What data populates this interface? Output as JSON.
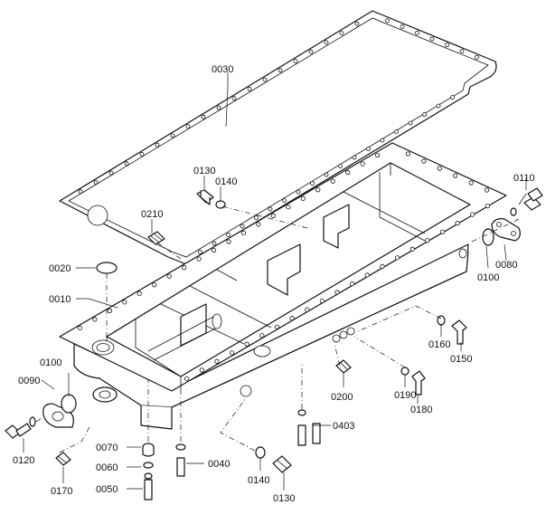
{
  "diagram": {
    "part_labels": {
      "p0010": "0010",
      "p0020": "0020",
      "p0030": "0030",
      "p0040": "0040",
      "p0050": "0050",
      "p0060": "0060",
      "p0070": "0070",
      "p0080": "0080",
      "p0090": "0090",
      "p0100a": "0100",
      "p0100b": "0100",
      "p0110": "0110",
      "p0120": "0120",
      "p0130a": "0130",
      "p0130b": "0130",
      "p0140a": "0140",
      "p0140b": "0140",
      "p0150": "0150",
      "p0160": "0160",
      "p0170": "0170",
      "p0180": "0180",
      "p0190": "0190",
      "p0200": "0200",
      "p0210": "0210",
      "p0403": "0403"
    }
  }
}
